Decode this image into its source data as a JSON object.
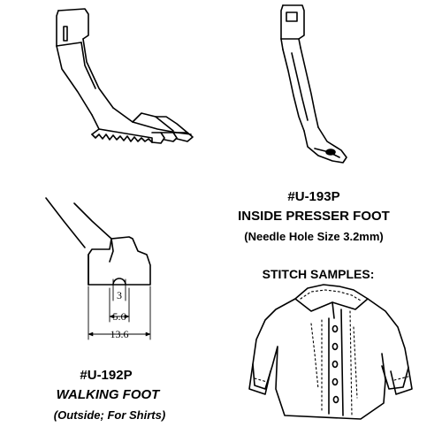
{
  "inside_foot": {
    "code": "#U-193P",
    "name": "INSIDE PRESSER FOOT",
    "note": "(Needle  Hole Size 3.2mm)"
  },
  "walking_foot": {
    "code": "#U-192P",
    "name": "WALKING FOOT",
    "note": "(Outside; For Shirts)",
    "dimensions": {
      "hole": "3",
      "inner": "5.6",
      "outer": "13.6"
    }
  },
  "stitch": {
    "heading": "STITCH SAMPLES:"
  }
}
